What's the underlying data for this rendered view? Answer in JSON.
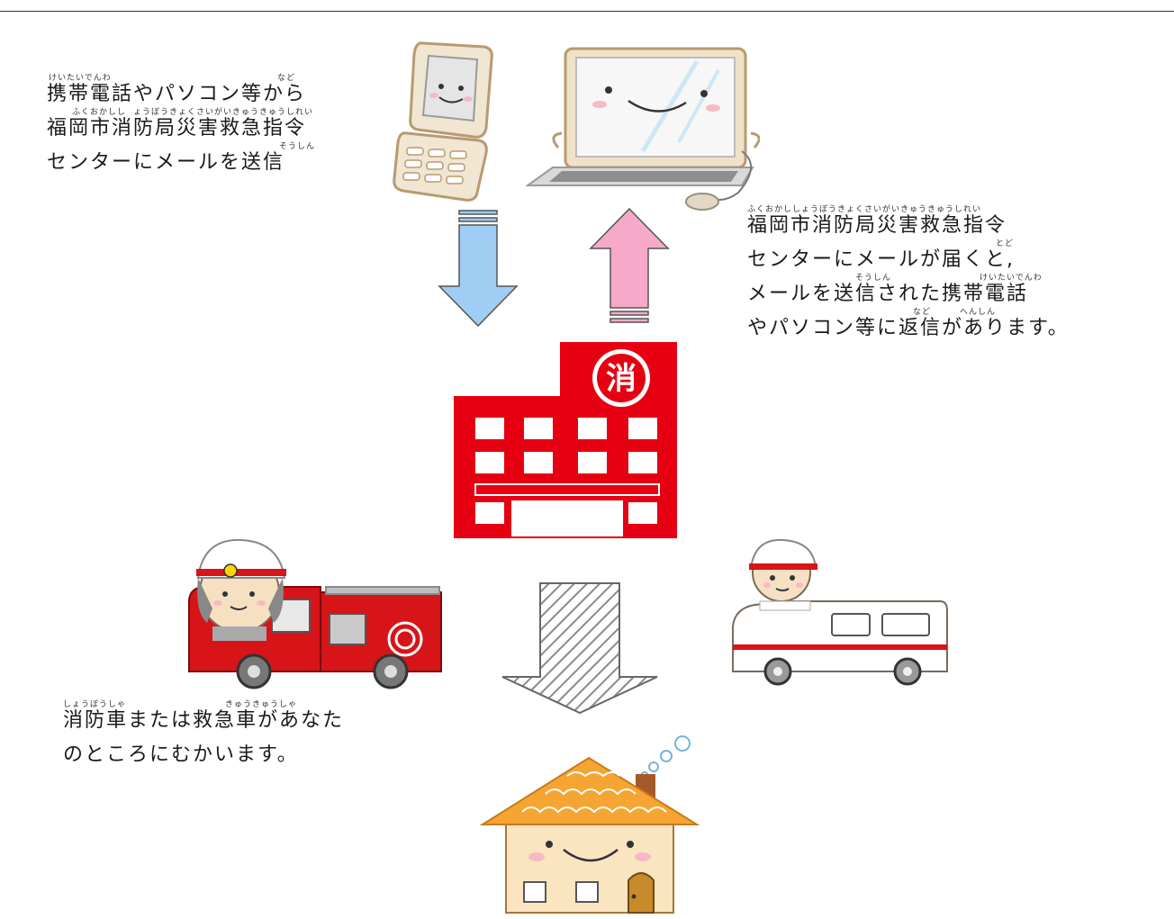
{
  "text_send": {
    "lines": [
      "携帯電話やパソコン等から",
      "福岡市消防局災害救急指令",
      "センターにメールを送信"
    ],
    "ruby": [
      "けいたいでんわ",
      "など",
      "ふくおかしし",
      "ょうぼうきょくさいがいきゅうきゅうしれい",
      "そうしん"
    ]
  },
  "text_reply": {
    "lines": [
      "福岡市消防局災害救急指令",
      "センターにメールが届くと,",
      "メールを送信された携帯電話",
      "やパソコン等に返信があります。"
    ],
    "ruby": [
      "ふくおかししょうぼうきょくさいがいきゅうきゅうしれい",
      "とど",
      "そうしん",
      "けいたいでんわ",
      "など",
      "へんしん"
    ]
  },
  "text_dispatch": {
    "lines": [
      "消防車または救急車があなた",
      "のところにむかいます。"
    ],
    "ruby": [
      "しょうぼうしゃ",
      "きゅうきゅうしゃ"
    ]
  },
  "station_sign": "消",
  "colors": {
    "arrow_down": "#9fcdf3",
    "arrow_up": "#f6a9c9",
    "station_red": "#e60012",
    "roof_orange": "#f6a532"
  }
}
